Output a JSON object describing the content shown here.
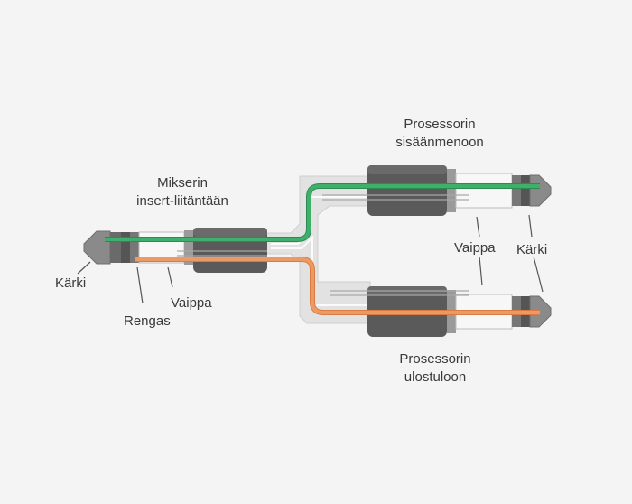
{
  "labels": {
    "mixer_insert": [
      "Mikserin",
      "insert-liitäntään"
    ],
    "tip_left": "Kärki",
    "ring_left": "Rengas",
    "sleeve_left": "Vaippa",
    "processor_input": [
      "Prosessorin",
      "sisäänmenoon"
    ],
    "processor_output": [
      "Prosessorin",
      "ulostuloon"
    ],
    "sleeve_right": "Vaippa",
    "tip_right": "Kärki"
  },
  "colors": {
    "background": "#f4f4f4",
    "cable_fill": "#e2e2e2",
    "cable_inner": "#fafafa",
    "plug_barrel": "#5a5a5a",
    "plug_tip": "#8a8a8a",
    "wire_tip": "#3db06a",
    "wire_ring": "#ee9862"
  }
}
